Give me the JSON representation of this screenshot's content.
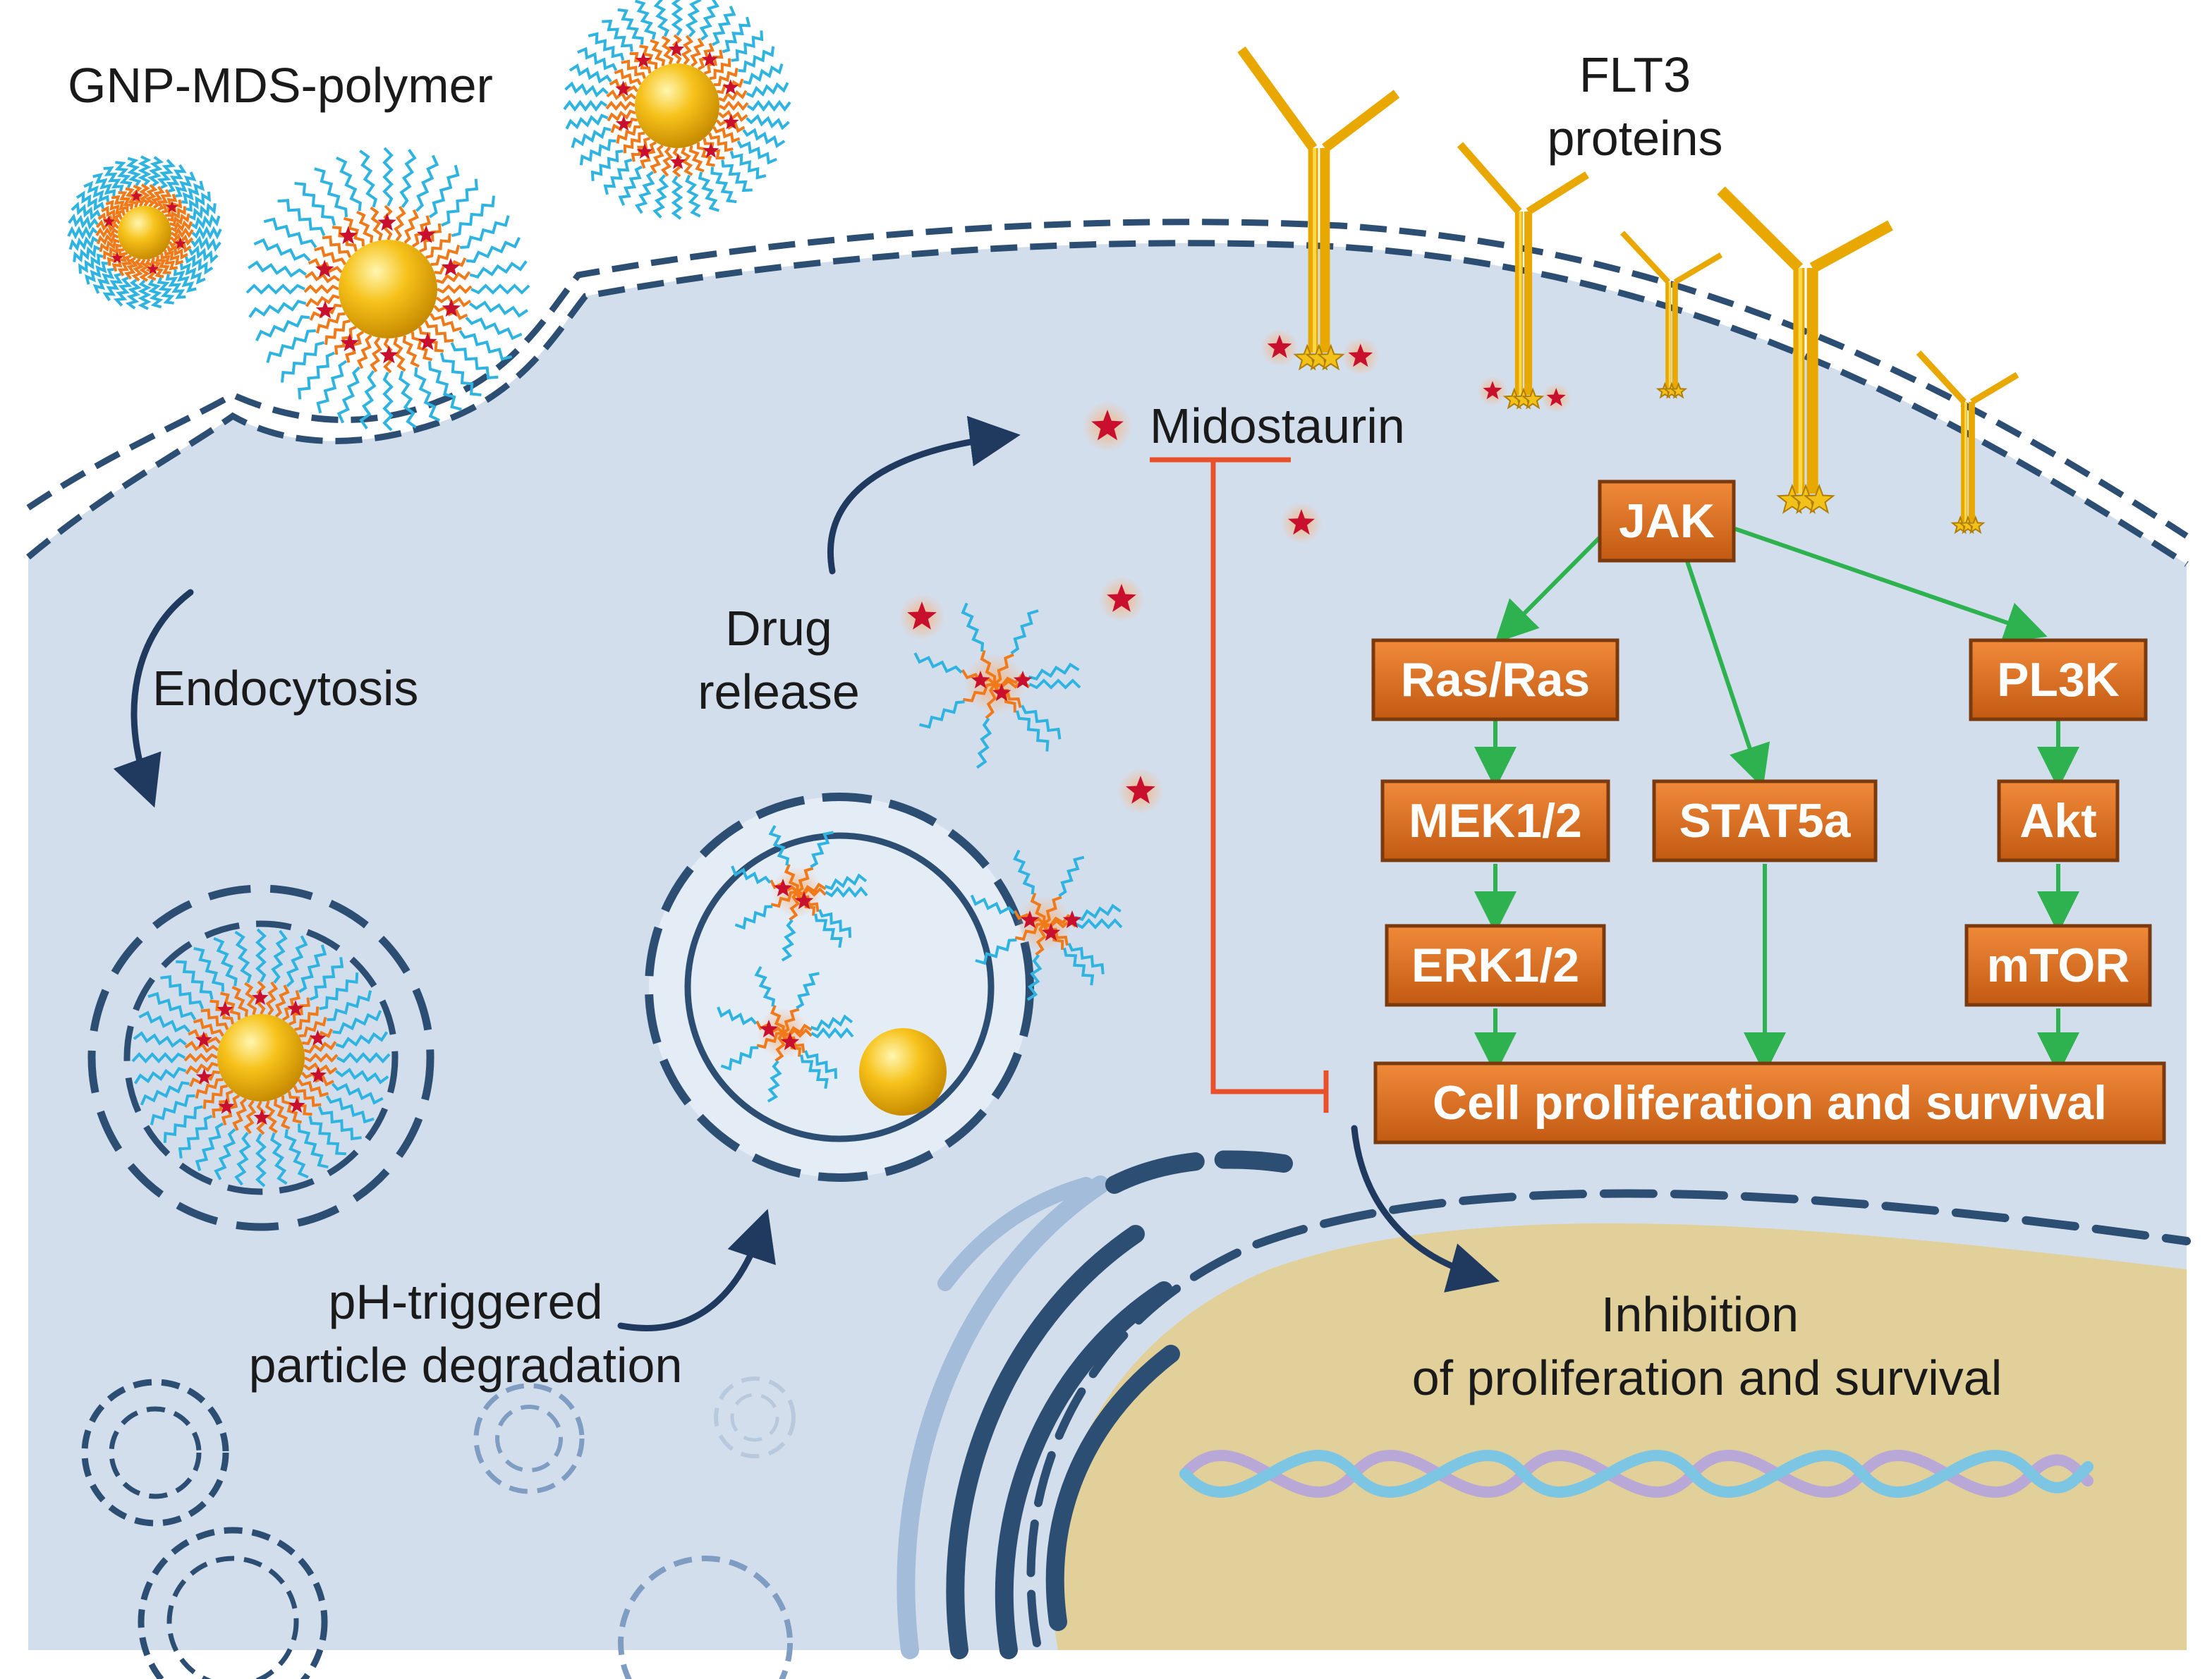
{
  "labels": {
    "nanoparticle": "GNP-MDS-polymer",
    "receptor_line1": "FLT3",
    "receptor_line2": "proteins",
    "drug": "Midostaurin",
    "endocytosis": "Endocytosis",
    "drug_release_line1": "Drug",
    "drug_release_line2": "release",
    "ph_line1": "pH-triggered",
    "ph_line2": "particle degradation",
    "inhibition_line1": "Inhibition",
    "inhibition_line2": "of proliferation and survival"
  },
  "pathway": {
    "jak": "JAK",
    "ras": "Ras/Ras",
    "mek": "MEK1/2",
    "erk": "ERK1/2",
    "stat": "STAT5a",
    "pi3k": "PL3K",
    "akt": "Akt",
    "mtor": "mTOR",
    "outcome": "Cell proliferation and survival"
  },
  "colors": {
    "cytoplasm": "#d3deed",
    "membrane": "#2d4e73",
    "nucleus": "#e2d09a",
    "node_fill": "#d2691e",
    "node_border": "#7a3a0e",
    "activation_arrow": "#2eb24f",
    "inhibition_line": "#e8502a",
    "gold": "#f2b705",
    "polymer_orange": "#f07a1a",
    "polymer_blue": "#2fb3e0",
    "drug_star": "#c8102e"
  }
}
